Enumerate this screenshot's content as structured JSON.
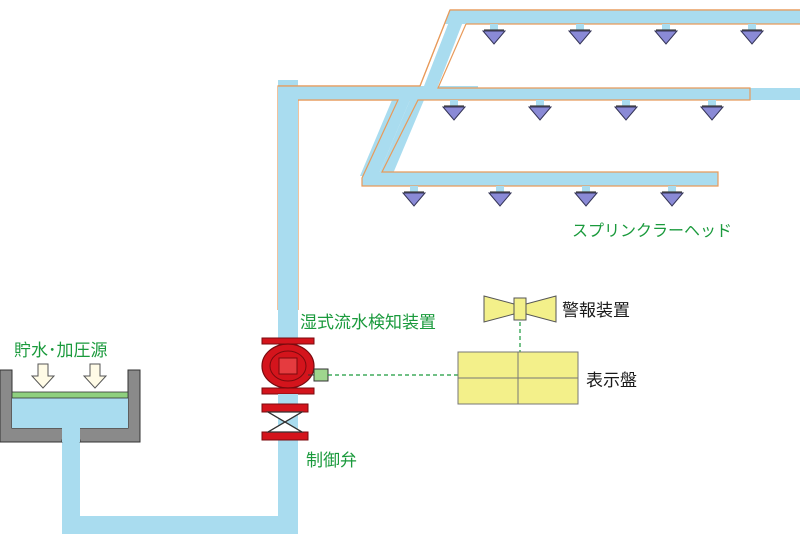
{
  "labels": {
    "sprinkler_head": "スプリンクラーヘッド",
    "wet_flow_detector": "湿式流水検知装置",
    "alarm_device": "警報装置",
    "display_panel": "表示盤",
    "control_valve": "制御弁",
    "water_supply": "貯水･加圧源"
  },
  "colors": {
    "pipe_fill": "#a9dcef",
    "pipe_edge": "#e89a5a",
    "head_fill": "#8a8ad6",
    "valve_red": "#d4141c",
    "alarm_fill": "#f3f08a",
    "label_green": "#1a9a3c",
    "tank_gray": "#8a8a8a",
    "water_top": "#8ed07e"
  },
  "icons": {
    "sprinkler": "inverted-triangle",
    "alarm": "bell-bowtie",
    "arrow": "down-arrow"
  }
}
